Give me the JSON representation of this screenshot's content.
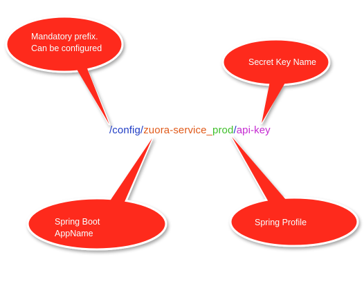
{
  "colors": {
    "bubble_fill": "#fe2b1f",
    "bubble_stroke": "#ffffff",
    "prefix": "#1f3cc4",
    "app_name": "#e05a1a",
    "profile": "#3fbf2a",
    "key": "#c42ad1"
  },
  "path": {
    "slash_1": "/",
    "prefix": "config",
    "slash_2": "/",
    "app_name": "zuora-service",
    "underscore": "_",
    "profile": "prod",
    "slash_3": "/",
    "key": "api-key"
  },
  "callouts": {
    "prefix": {
      "line1": "Mandatory prefix.",
      "line2": "Can be configured"
    },
    "key": {
      "line1": "Secret Key Name"
    },
    "app": {
      "line1": "Spring Boot",
      "line2": "AppName"
    },
    "profile": {
      "line1": "Spring Profile"
    }
  }
}
